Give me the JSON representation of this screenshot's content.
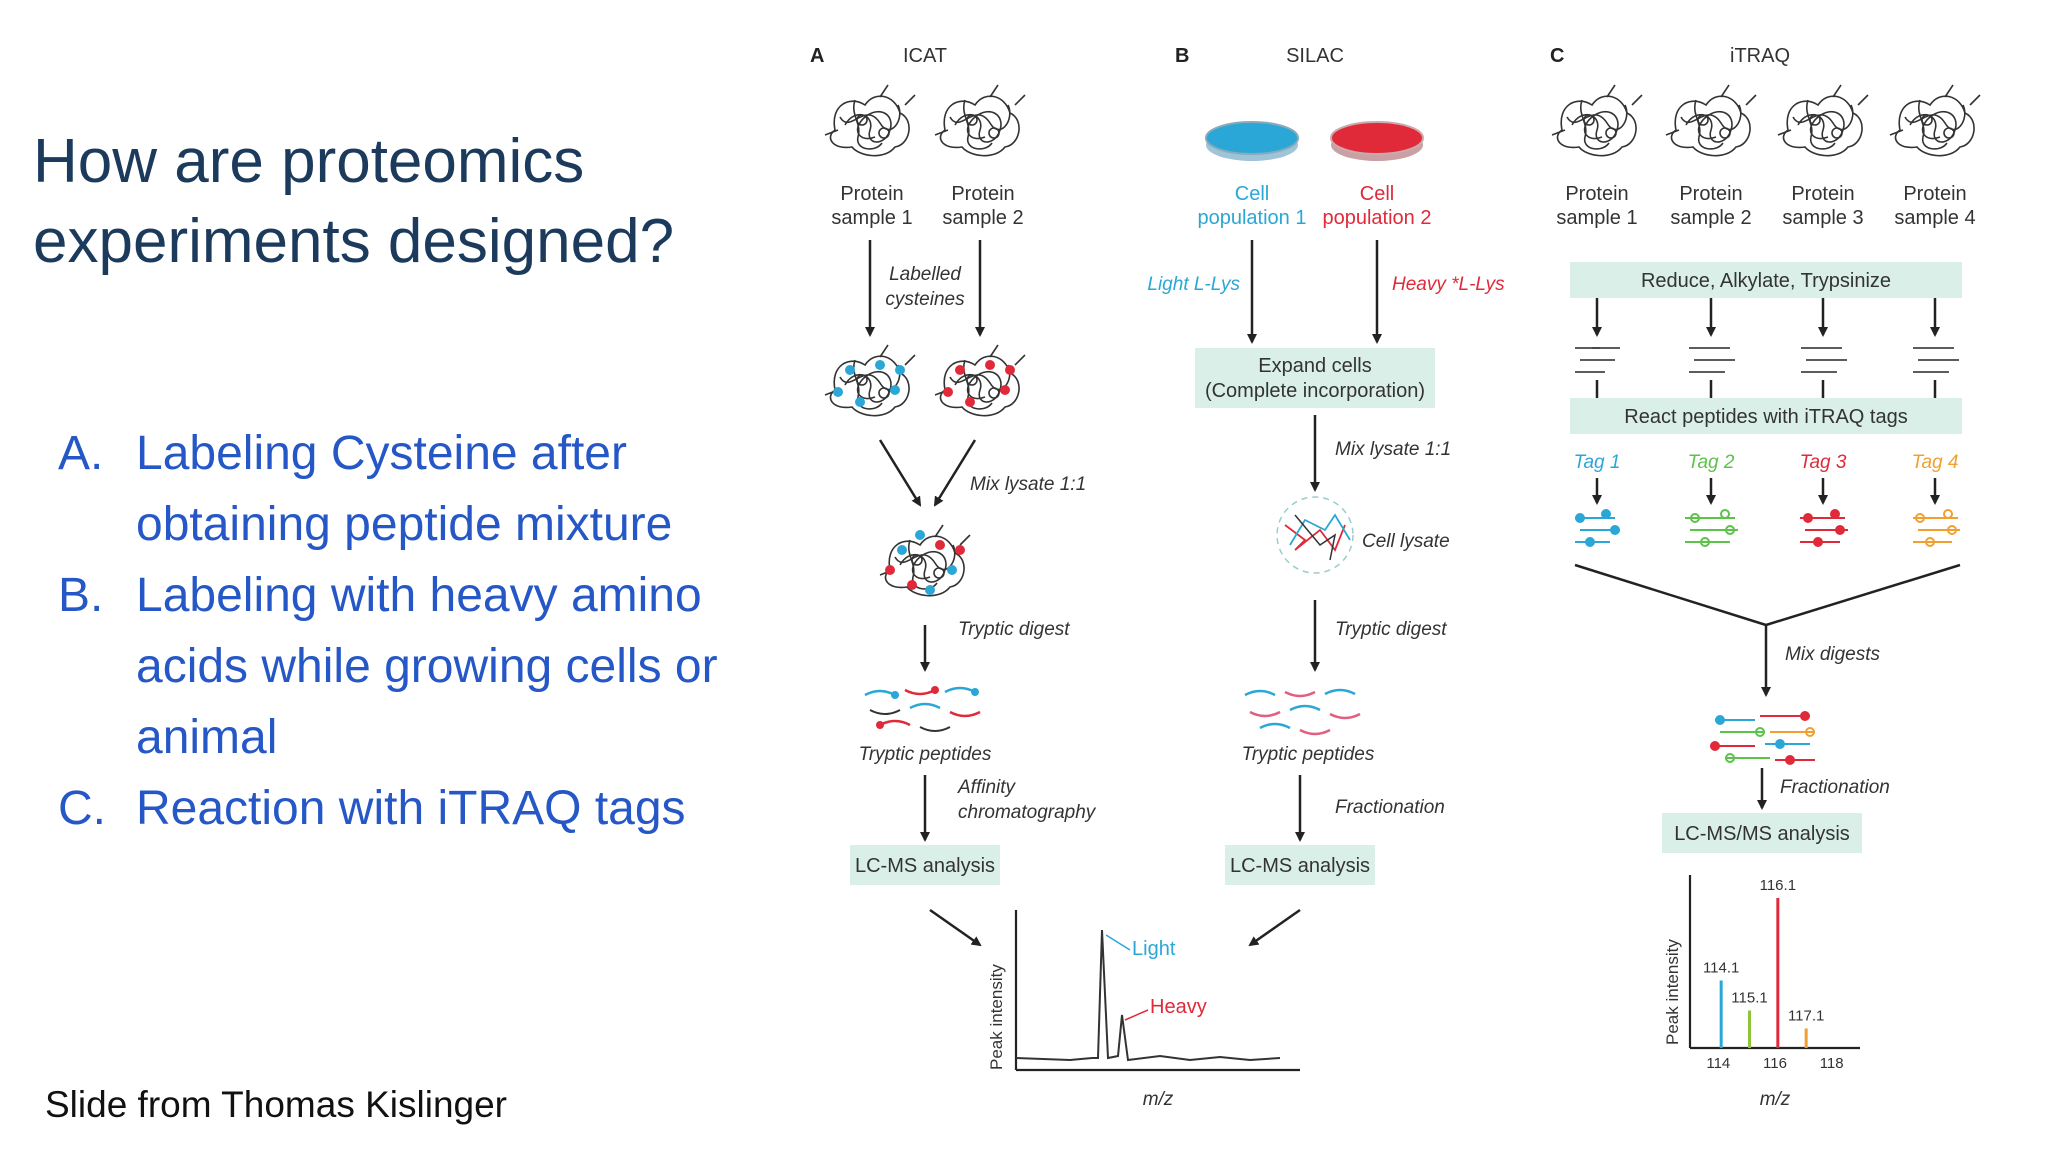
{
  "slide": {
    "title_line1": "How are proteomics",
    "title_line2": "experiments designed?",
    "bullets": [
      {
        "letter": "A.",
        "line1": "Labeling Cysteine after",
        "line2": "obtaining peptide mixture"
      },
      {
        "letter": "B.",
        "line1": "Labeling with heavy amino",
        "line2": "acids while growing cells or",
        "line3": "animal"
      },
      {
        "letter": "C.",
        "line1": "Reaction with iTRAQ tags"
      }
    ],
    "credit": "Slide from Thomas Kislinger"
  },
  "figure": {
    "icat": {
      "panel_letter": "A",
      "title": "ICAT",
      "sample1": [
        "Protein",
        "sample 1"
      ],
      "sample2": [
        "Protein",
        "sample 2"
      ],
      "labelled": [
        "Labelled",
        "cysteines"
      ],
      "mix": "Mix lysate 1:1",
      "digest": "Tryptic digest",
      "peptides": "Tryptic peptides",
      "affinity": [
        "Affinity",
        "chromatography"
      ],
      "analysis": "LC-MS analysis"
    },
    "silac": {
      "panel_letter": "B",
      "title": "SILAC",
      "cell1": [
        "Cell",
        "population 1"
      ],
      "cell2": [
        "Cell",
        "population 2"
      ],
      "light": "Light L-Lys",
      "heavy": "Heavy *L-Lys",
      "expand": [
        "Expand cells",
        "(Complete incorporation)"
      ],
      "mix": "Mix lysate 1:1",
      "lysate": "Cell lysate",
      "digest": "Tryptic digest",
      "peptides": "Tryptic peptides",
      "fractionation": "Fractionation",
      "analysis": "LC-MS analysis"
    },
    "itraq": {
      "panel_letter": "C",
      "title": "iTRAQ",
      "samples": [
        [
          "Protein",
          "sample 1"
        ],
        [
          "Protein",
          "sample 2"
        ],
        [
          "Protein",
          "sample 3"
        ],
        [
          "Protein",
          "sample 4"
        ]
      ],
      "reduce": "Reduce, Alkylate, Trypsinize",
      "react": "React peptides with iTRAQ tags",
      "tags": [
        "Tag 1",
        "Tag 2",
        "Tag 3",
        "Tag 4"
      ],
      "mix": "Mix digests",
      "fractionation": "Fractionation",
      "analysis": "LC-MS/MS analysis"
    },
    "spectrum1": {
      "ylabel": "Peak intensity",
      "xlabel": "m/z",
      "light": "Light",
      "heavy": "Heavy"
    },
    "spectrum2": {
      "ylabel": "Peak intensity",
      "xlabel": "m/z",
      "peaks": [
        {
          "label": "114.1",
          "mz": 114.1,
          "intensity": 0.45
        },
        {
          "label": "115.1",
          "mz": 115.1,
          "intensity": 0.25
        },
        {
          "label": "116.1",
          "mz": 116.1,
          "intensity": 1.0
        },
        {
          "label": "117.1",
          "mz": 117.1,
          "intensity": 0.13
        }
      ],
      "ticks": [
        "114",
        "116",
        "118"
      ]
    },
    "colors": {
      "cyan": "#2aa7d6",
      "red": "#e02a3a",
      "green": "#5cc24a",
      "orange": "#f0a030",
      "box": "#d9efe8"
    }
  }
}
